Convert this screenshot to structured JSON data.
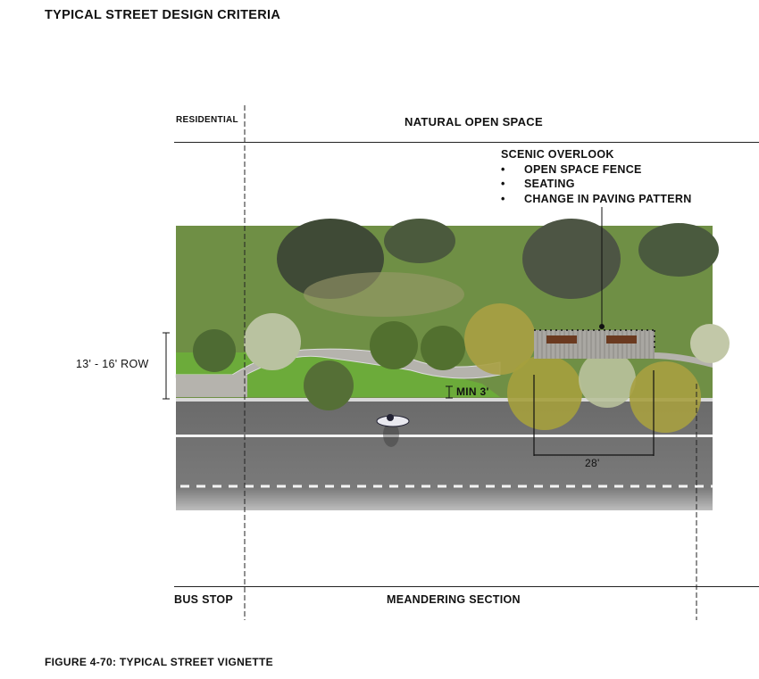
{
  "header": {
    "title": "TYPICAL STREET DESIGN CRITERIA"
  },
  "zones_top": {
    "left": "RESIDENTIAL",
    "right": "NATURAL OPEN SPACE"
  },
  "callout": {
    "title": "SCENIC OVERLOOK",
    "bullets": [
      "OPEN SPACE FENCE",
      "SEATING",
      "CHANGE IN PAVING PATTERN"
    ],
    "bullet_char": "•"
  },
  "dimensions": {
    "row": "13' - 16' ROW",
    "min_buffer": "MIN 3'",
    "overlook_length": "28'"
  },
  "zones_bottom": {
    "left": "BUS STOP",
    "right": "MEANDERING SECTION"
  },
  "caption": "FIGURE 4-70: TYPICAL STREET VIGNETTE",
  "colors": {
    "grass": "#5f8f3a",
    "road": "#707070",
    "sidewalk": "#b8b6b0",
    "text": "#111111"
  }
}
